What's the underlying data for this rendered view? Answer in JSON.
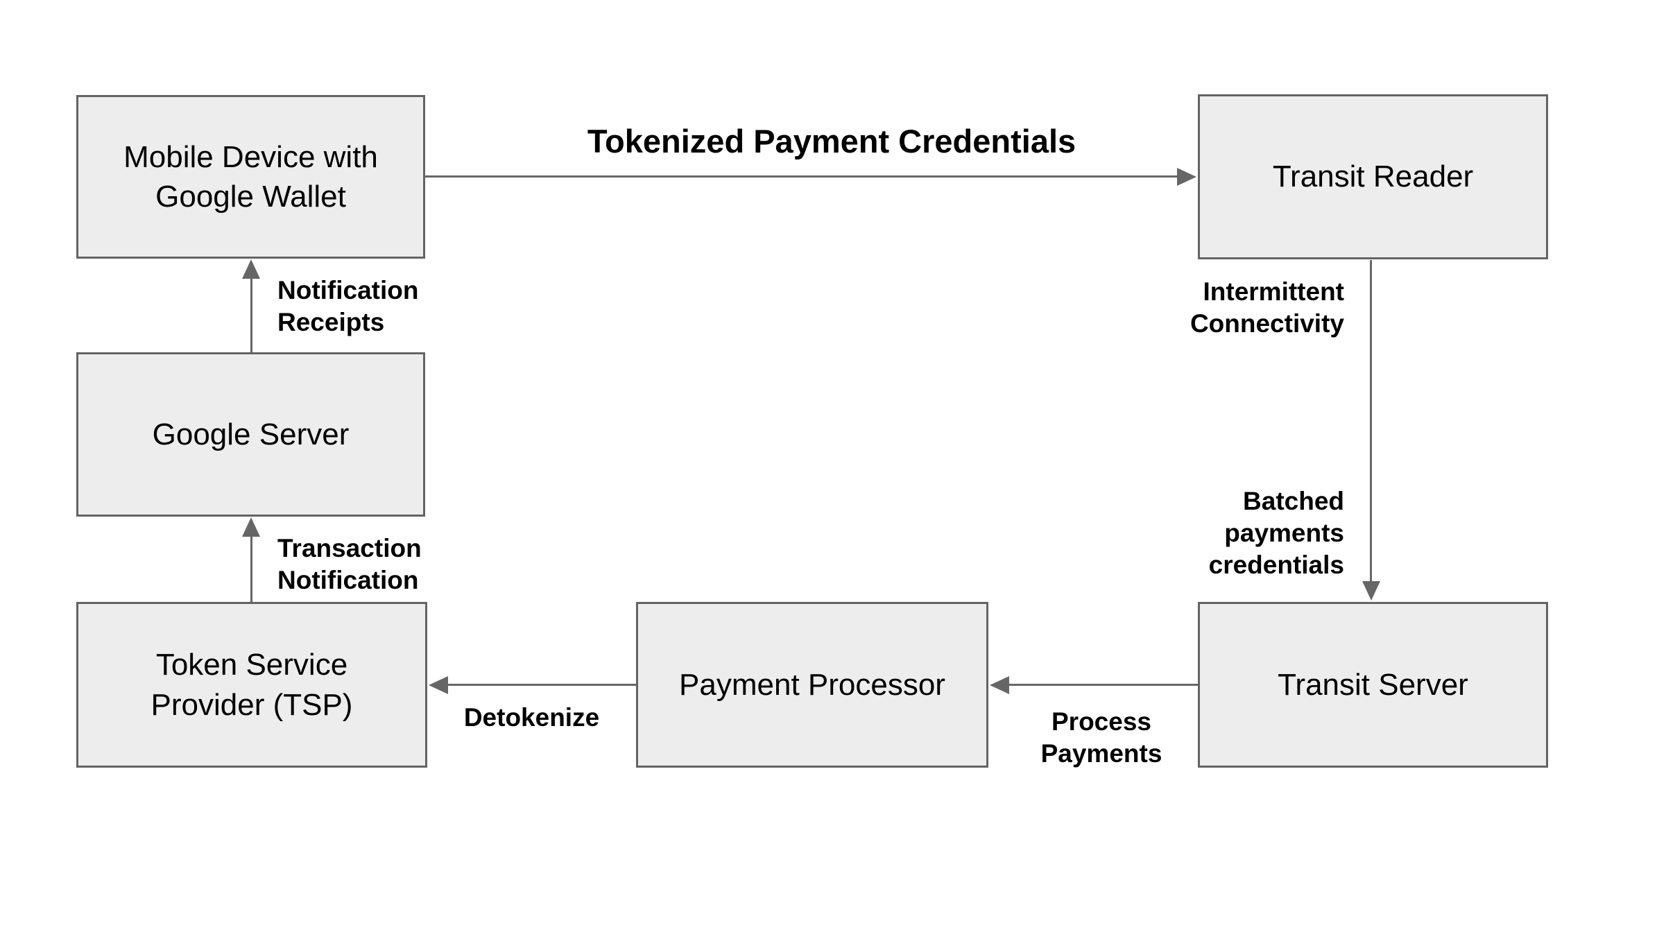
{
  "diagram": {
    "nodes": {
      "mobile_wallet": {
        "label": "Mobile Device with\nGoogle Wallet"
      },
      "transit_reader": {
        "label": "Transit Reader"
      },
      "google_server": {
        "label": "Google Server"
      },
      "tsp": {
        "label": "Token Service\nProvider (TSP)"
      },
      "payment_processor": {
        "label": "Payment Processor"
      },
      "transit_server": {
        "label": "Transit Server"
      }
    },
    "edge_labels": {
      "tokenized_payment_credentials": "Tokenized Payment Credentials",
      "notification_receipts": "Notification\nReceipts",
      "transaction_notification": "Transaction\nNotification",
      "intermittent_connectivity": "Intermittent\nConnectivity",
      "batched_payments_credentials": "Batched\npayments\ncredentials",
      "process_payments": "Process\nPayments",
      "detokenize": "Detokenize"
    },
    "colors": {
      "node_fill": "#ededed",
      "node_border": "#636363",
      "arrow": "#666666",
      "text": "#000000",
      "background": "#ffffff"
    }
  }
}
